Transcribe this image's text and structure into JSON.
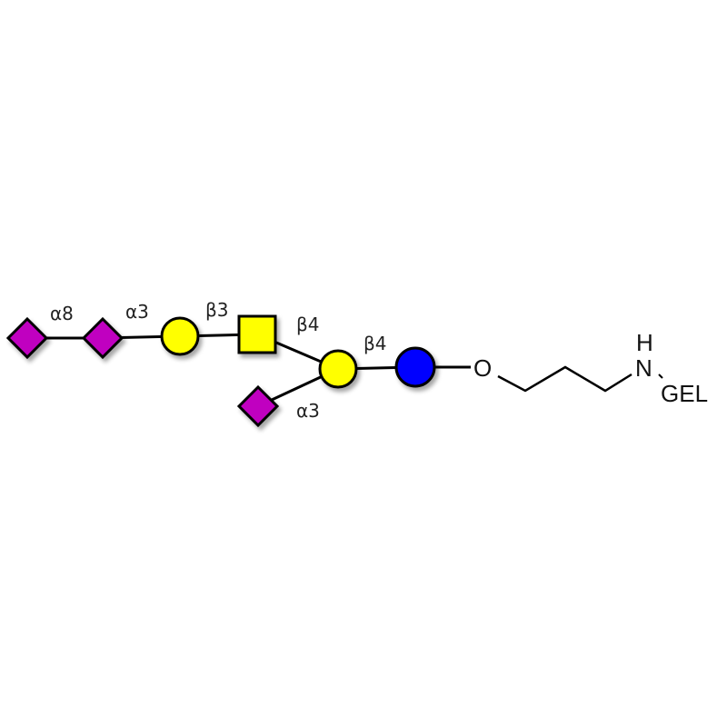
{
  "colors": {
    "neu5ac": "#c000c0",
    "gal": "#ffff00",
    "galnac": "#ffff00",
    "glc": "#0000ff",
    "outline": "#000000"
  },
  "linkages": {
    "neu_neu": "α8",
    "neu_gal": "α3",
    "gal_galnac": "β3",
    "galnac_gal": "β4",
    "gal_glc": "β4",
    "neu_gal_branch": "α3"
  },
  "linker": {
    "oxygen": "O",
    "hydrogen": "H",
    "nitrogen": "N",
    "gel": "GEL"
  }
}
